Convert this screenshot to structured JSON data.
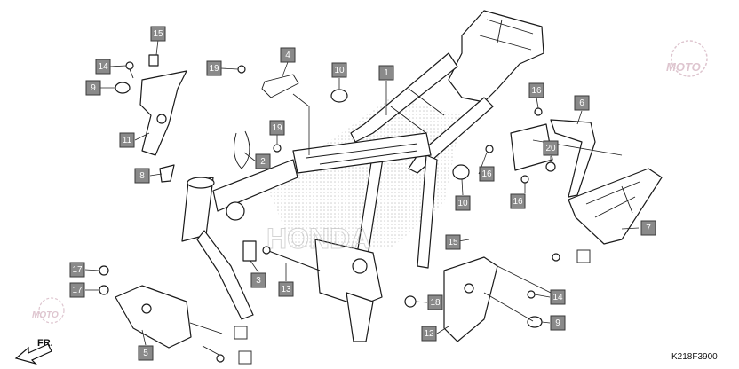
{
  "diagram_code": "K218F3900",
  "front_label": "FR.",
  "watermark_text": "HONDA",
  "callouts": [
    {
      "id": "c15a",
      "label": "15"
    },
    {
      "id": "c14a",
      "label": "14"
    },
    {
      "id": "c9a",
      "label": "9"
    },
    {
      "id": "c11",
      "label": "11"
    },
    {
      "id": "c8",
      "label": "8"
    },
    {
      "id": "c19a",
      "label": "19"
    },
    {
      "id": "c4",
      "label": "4"
    },
    {
      "id": "c19b",
      "label": "19"
    },
    {
      "id": "c2",
      "label": "2"
    },
    {
      "id": "c10a",
      "label": "10"
    },
    {
      "id": "c1",
      "label": "1"
    },
    {
      "id": "c16a",
      "label": "16"
    },
    {
      "id": "c6",
      "label": "6"
    },
    {
      "id": "c20",
      "label": "20"
    },
    {
      "id": "c16b",
      "label": "16"
    },
    {
      "id": "c16c",
      "label": "16"
    },
    {
      "id": "c10b",
      "label": "10"
    },
    {
      "id": "c7",
      "label": "7"
    },
    {
      "id": "c15b",
      "label": "15"
    },
    {
      "id": "c3",
      "label": "3"
    },
    {
      "id": "c13",
      "label": "13"
    },
    {
      "id": "c18",
      "label": "18"
    },
    {
      "id": "c14b",
      "label": "14"
    },
    {
      "id": "c9b",
      "label": "9"
    },
    {
      "id": "c12",
      "label": "12"
    },
    {
      "id": "c17a",
      "label": "17"
    },
    {
      "id": "c17b",
      "label": "17"
    },
    {
      "id": "c5",
      "label": "5"
    }
  ],
  "colors": {
    "callout_fill": "#8a8a8a",
    "line": "#1a1a1a",
    "watermark": "#c9a0b0"
  }
}
